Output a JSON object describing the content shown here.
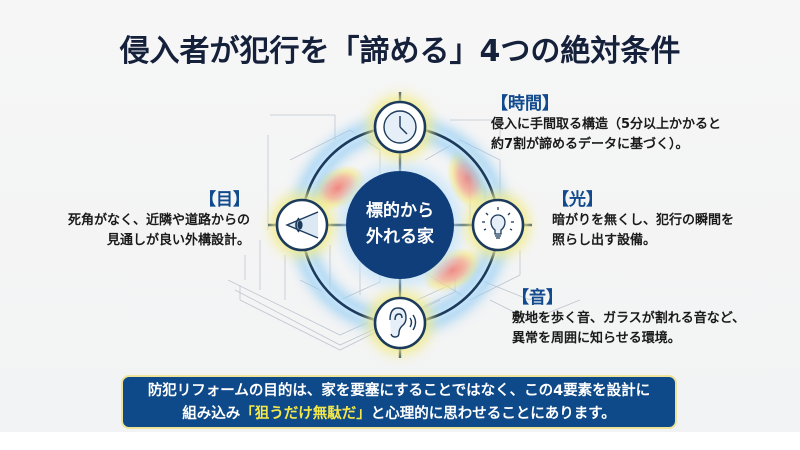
{
  "title": "侵入者が犯行を「諦める」4つの絶対条件",
  "center": {
    "line1": "標的から",
    "line2": "外れる家"
  },
  "nodes": [
    {
      "id": "time",
      "icon": "clock-icon",
      "heading": "【時間】",
      "lines": [
        "侵入に手間取る構造（5分以上かかると",
        "約7割が諦めるデータに基づく）。"
      ]
    },
    {
      "id": "eye",
      "icon": "eye-icon",
      "heading": "【目】",
      "lines": [
        "死角がなく、近隣や道路からの",
        "見通しが良い外構設計。"
      ]
    },
    {
      "id": "light",
      "icon": "lightbulb-icon",
      "heading": "【光】",
      "lines": [
        "暗がりを無くし、犯行の瞬間を",
        "照らし出す設備。"
      ]
    },
    {
      "id": "sound",
      "icon": "ear-sound-icon",
      "heading": "【音】",
      "lines": [
        "敷地を歩く音、ガラスが割れる音など、",
        "異常を周囲に知らせる環境。"
      ]
    }
  ],
  "banner": {
    "line1": "防犯リフォームの目的は、家を要塞にすることではなく、この4要素を設計に",
    "line2_pre": "組み込み",
    "line2_highlight": "「狙うだけ無駄だ」",
    "line2_post": "と心理的に思わせることにあります。"
  },
  "colors": {
    "title": "#15213b",
    "accent_blue": "#124a8e",
    "ring": "#1b3a5c",
    "center_fill": "#0f3e7a",
    "glow_blue": "#9fd0f5",
    "glow_yellow": "#f3ec8a",
    "banner_bg": "#0e4a8a",
    "banner_border": "#efe39a",
    "highlight_text": "#f4e74a"
  }
}
